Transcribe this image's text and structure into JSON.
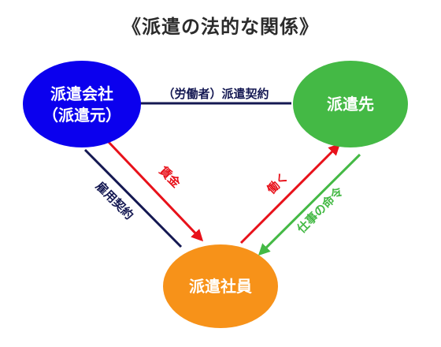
{
  "title": "《派遣の法的な関係》",
  "nodes": {
    "dispatch_company_line1": "派遣会社",
    "dispatch_company_line2": "（派遣元）",
    "client": "派遣先",
    "worker": "派遣社員"
  },
  "edges": {
    "dispatch_contract": "（労働者）派遣契約",
    "employment_contract": "雇用契約",
    "wages": "賃金",
    "labor": "働く",
    "work_order": "仕事の命令"
  },
  "colors": {
    "company": "#0b00ee",
    "client": "#44b945",
    "worker": "#f79219",
    "navy": "#141852",
    "red": "#e8111a",
    "green": "#44b945"
  }
}
